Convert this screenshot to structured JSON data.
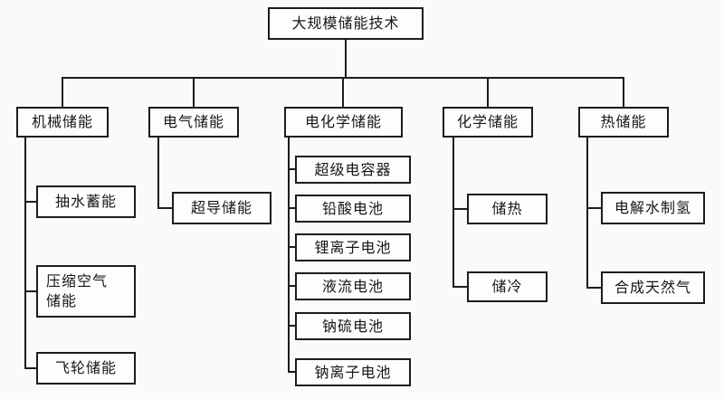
{
  "diagram": {
    "root_label": "大规模储能技术",
    "branches": [
      {
        "label": "机械储能",
        "children": [
          "抽水蓄能",
          "压缩空气\n储能",
          "飞轮储能"
        ]
      },
      {
        "label": "电气储能",
        "children": [
          "超导储能"
        ]
      },
      {
        "label": "电化学储能",
        "children": [
          "超级电容器",
          "铅酸电池",
          "锂离子电池",
          "液流电池",
          "钠硫电池",
          "钠离子电池"
        ]
      },
      {
        "label": "化学储能",
        "children": [
          "储热",
          "储冷"
        ]
      },
      {
        "label": "热储能",
        "children": [
          "电解水制氢",
          "合成天然气"
        ]
      }
    ],
    "colors": {
      "line": "#1c1c1c",
      "background": "#fbfaf8"
    }
  }
}
